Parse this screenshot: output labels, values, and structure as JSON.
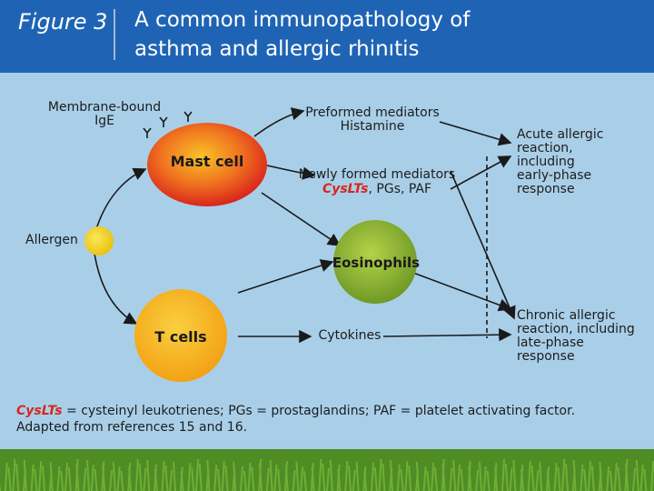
{
  "header": {
    "figure_label": "Figure 3",
    "title": "A common immunopathology of\nasthma and allergic rhinıtis"
  },
  "diagram": {
    "membrane_label": "Membrane-bound\nIgE",
    "mast_cell": "Mast cell",
    "allergen": "Allergen",
    "t_cells": "T cells",
    "eosinophils": "Eosinophils",
    "preformed": "Preformed mediators\nHistamine",
    "newly_formed": "Newly formed mediators",
    "cyslts": "CysLTs",
    "newly_formed_rest": ", PGs, PAF",
    "cytokines": "Cytokines",
    "acute": "Acute allergic\nreaction,\nincluding\nearly-phase\nresponse",
    "chronic": "Chronic allergic\nreaction, including\nlate-phase\nresponse"
  },
  "footnote": {
    "cyslts": "CysLTs",
    "line1_rest": " = cysteinyl leukotrienes; PGs = prostaglandins; PAF = platelet activating factor.",
    "line2": "Adapted from references 15 and 16."
  },
  "colors": {
    "header": "#1f64b4",
    "background": "#a9cfe8",
    "mast_cell": "#e8421e",
    "t_cells": "#f5b21a",
    "eosinophils": "#7fa92c",
    "allergen": "#f2d21a",
    "cyslts": "#d7261e"
  }
}
